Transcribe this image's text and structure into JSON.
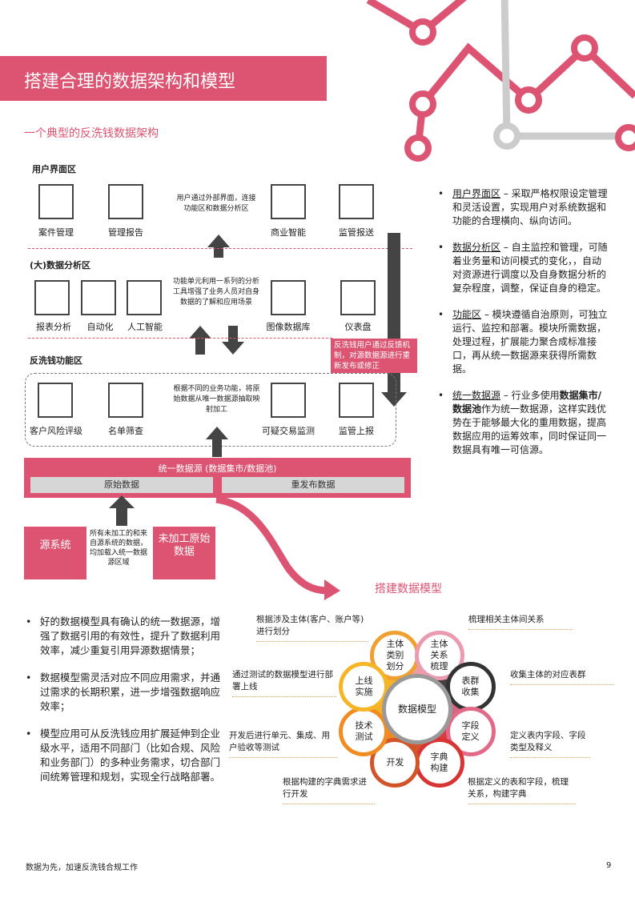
{
  "header": {
    "title": "搭建合理的数据架构和模型"
  },
  "section_title": "一个典型的反洗钱数据架构",
  "zones": {
    "ui": {
      "title": "用户界面区",
      "items": [
        "案件管理",
        "管理报告",
        "商业智能",
        "监管报送"
      ],
      "note": "用户通过外部界面，连接功能区和数据分析区"
    },
    "analysis": {
      "title": "(大)数据分析区",
      "items": [
        "报表分析",
        "自动化",
        "人工智能",
        "图像数据库",
        "仪表盘"
      ],
      "note": "功能单元利用一系列的分析工具增强了业务人员对自身数据的了解和应用场景"
    },
    "aml": {
      "title": "反洗钱功能区",
      "items": [
        "客户风险评级",
        "名单筛查",
        "可疑交易监测",
        "监管上报"
      ],
      "note": "根据不同的业务功能，将原始数据从唯一数据源抽取映射加工"
    },
    "feedback": "反洗钱用户通过反馈机制，对源数据源进行重新发布或修正",
    "source": {
      "title": "统一数据源 (数据集市/数据池)",
      "raw": "原始数据",
      "republished": "重发布数据"
    },
    "source_system": "源系统",
    "raw_unprocessed": "未加工原始数据",
    "load_note": "所有未加工的和来自源系统的数据，均加载入统一数据源区域"
  },
  "right_bullets": [
    {
      "term": "用户界面区",
      "text": " – 采取严格权限设定管理和灵活设置，实现用户对系统数据和功能的合理横向、纵向访问。"
    },
    {
      "term": "数据分析区",
      "text": " – 自主监控和管理，可随着业务量和访问模式的变化，，自动对资源进行调度以及自身数据分析的复杂程度，调整，保证自身的稳定。"
    },
    {
      "term": "功能区",
      "text": " – 模块遵循自治原则，可独立运行、监控和部署。模块所需数据，处理过程，扩展能力聚合成标准接口，再从统一数据源来获得所需数据。"
    },
    {
      "term": "统一数据源",
      "text": " – 行业多使用",
      "bold": "数据集市/数据池",
      "text2": "作为统一数据源，这样实践优势在于能够最大化的重用数据，提高数据应用的运筹效率，同时保证同一数据具有唯一可信源。"
    }
  ],
  "model": {
    "title": "搭建数据模型",
    "center": "数据模型",
    "steps": [
      {
        "label": "主体类别划分",
        "desc": "根据涉及主体(客户、账户等)进行划分",
        "color": "#f0a030"
      },
      {
        "label": "主体关系梳理",
        "desc": "梳理相关主体间关系",
        "color": "#eb9ab0"
      },
      {
        "label": "表群收集",
        "desc": "收集主体的对应表群",
        "color": "#333333"
      },
      {
        "label": "字段定义",
        "desc": "定义表内字段、字段类型及释义",
        "color": "#e26a88"
      },
      {
        "label": "字典构建",
        "desc": "根据定义的表和字段，梳理关系，构建字典",
        "color": "#d93434"
      },
      {
        "label": "开发",
        "desc": "根据构建的字典需求进行开发",
        "color": "#d2552a"
      },
      {
        "label": "技术测试",
        "desc": "开发后进行单元、集成、用户验收等测试",
        "color": "#f08c22"
      },
      {
        "label": "上线实施",
        "desc": "通过测试的数据模型进行部署上线",
        "color": "#f5b526"
      }
    ]
  },
  "left_bullets": [
    "好的数据模型具有确认的统一数据源，增强了数据引用的有效性，提升了数据利用效率，减少重复引用异源数据情景；",
    "数据模型需灵活对应不同应用需求，并通过需求的长期积累，进一步增强数据响应效率；",
    "模型应用可从反洗钱应用扩展延伸到企业级水平，适用不同部门（比如合规、风险和业务部门）的多种业务需求，切合部门间统筹管理和规划，实现全行战略部署。"
  ],
  "footer": {
    "text": "数据为先，加速反洗钱合规工作",
    "page": "9"
  },
  "colors": {
    "accent": "#dc5472",
    "arrow": "#444444"
  }
}
